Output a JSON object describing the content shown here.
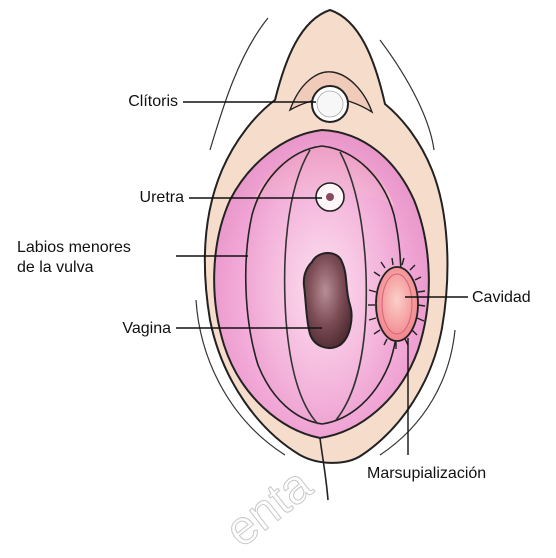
{
  "labels": {
    "clitoris": "Clítoris",
    "uretra": "Uretra",
    "labios_line1": "Labios menores",
    "labios_line2": "de la vulva",
    "vagina": "Vagina",
    "cavidad": "Cavidad",
    "marsupializacion": "Marsupialización"
  },
  "watermark": "enta",
  "colors": {
    "outer_skin": "#f6dccb",
    "labia_outer": "#f3b4bd",
    "labia_inner": "#f3a7c8",
    "vestibule_top": "#ef8fa6",
    "vaginal_opening": "#7a4a52",
    "cyst": "#f39c9c",
    "outline": "#222222"
  }
}
